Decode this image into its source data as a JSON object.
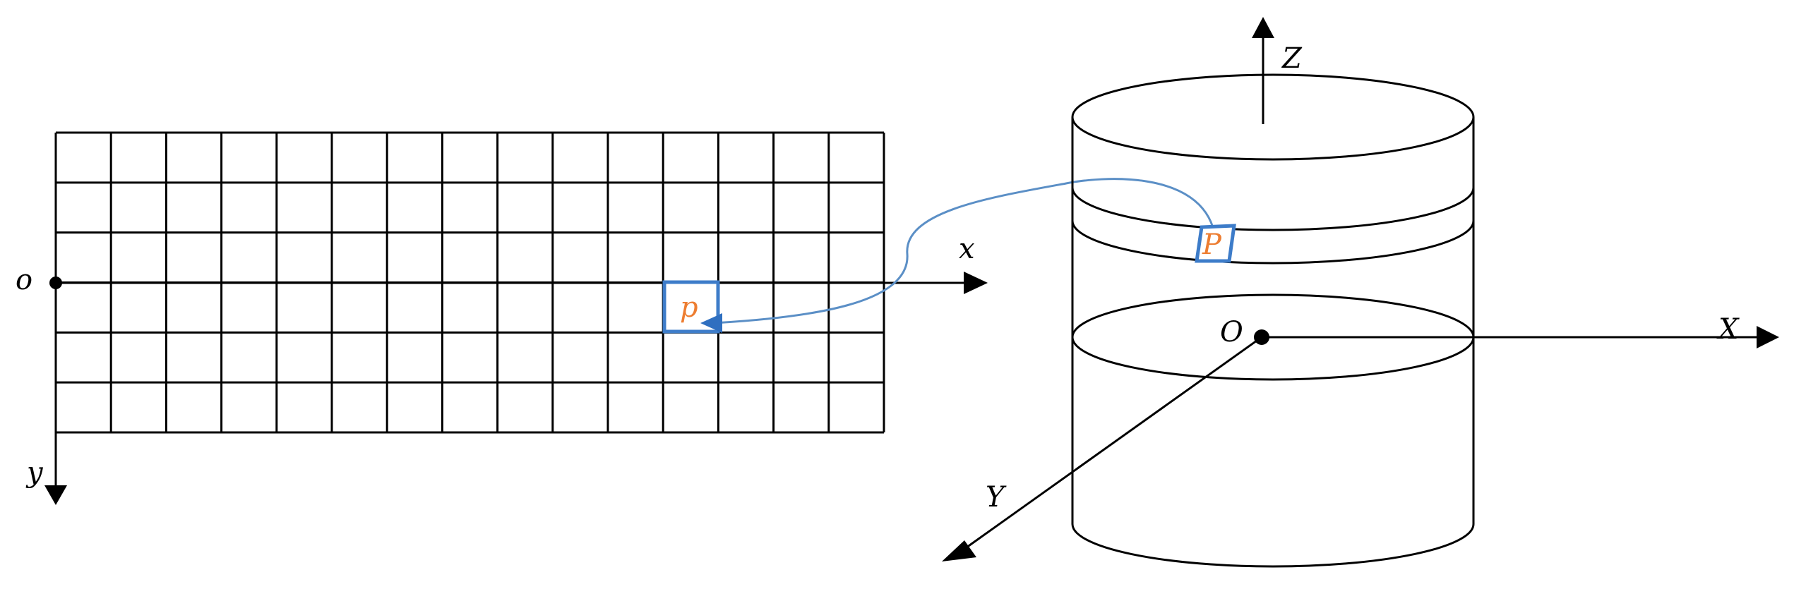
{
  "grid": {
    "columns": 15,
    "rows": 6
  },
  "labels": {
    "origin_2d": "o",
    "x_axis_2d": "x",
    "y_axis_2d": "y",
    "point_2d": "p",
    "origin_3d": "O",
    "x_axis_3d": "X",
    "y_axis_3d": "Y",
    "z_axis_3d": "Z",
    "point_3d": "P"
  },
  "colors": {
    "line": "#000000",
    "highlight_box": "#3d7cc9",
    "point_label": "#ed7d31",
    "mapping_arrow": "#5b8fc6"
  }
}
